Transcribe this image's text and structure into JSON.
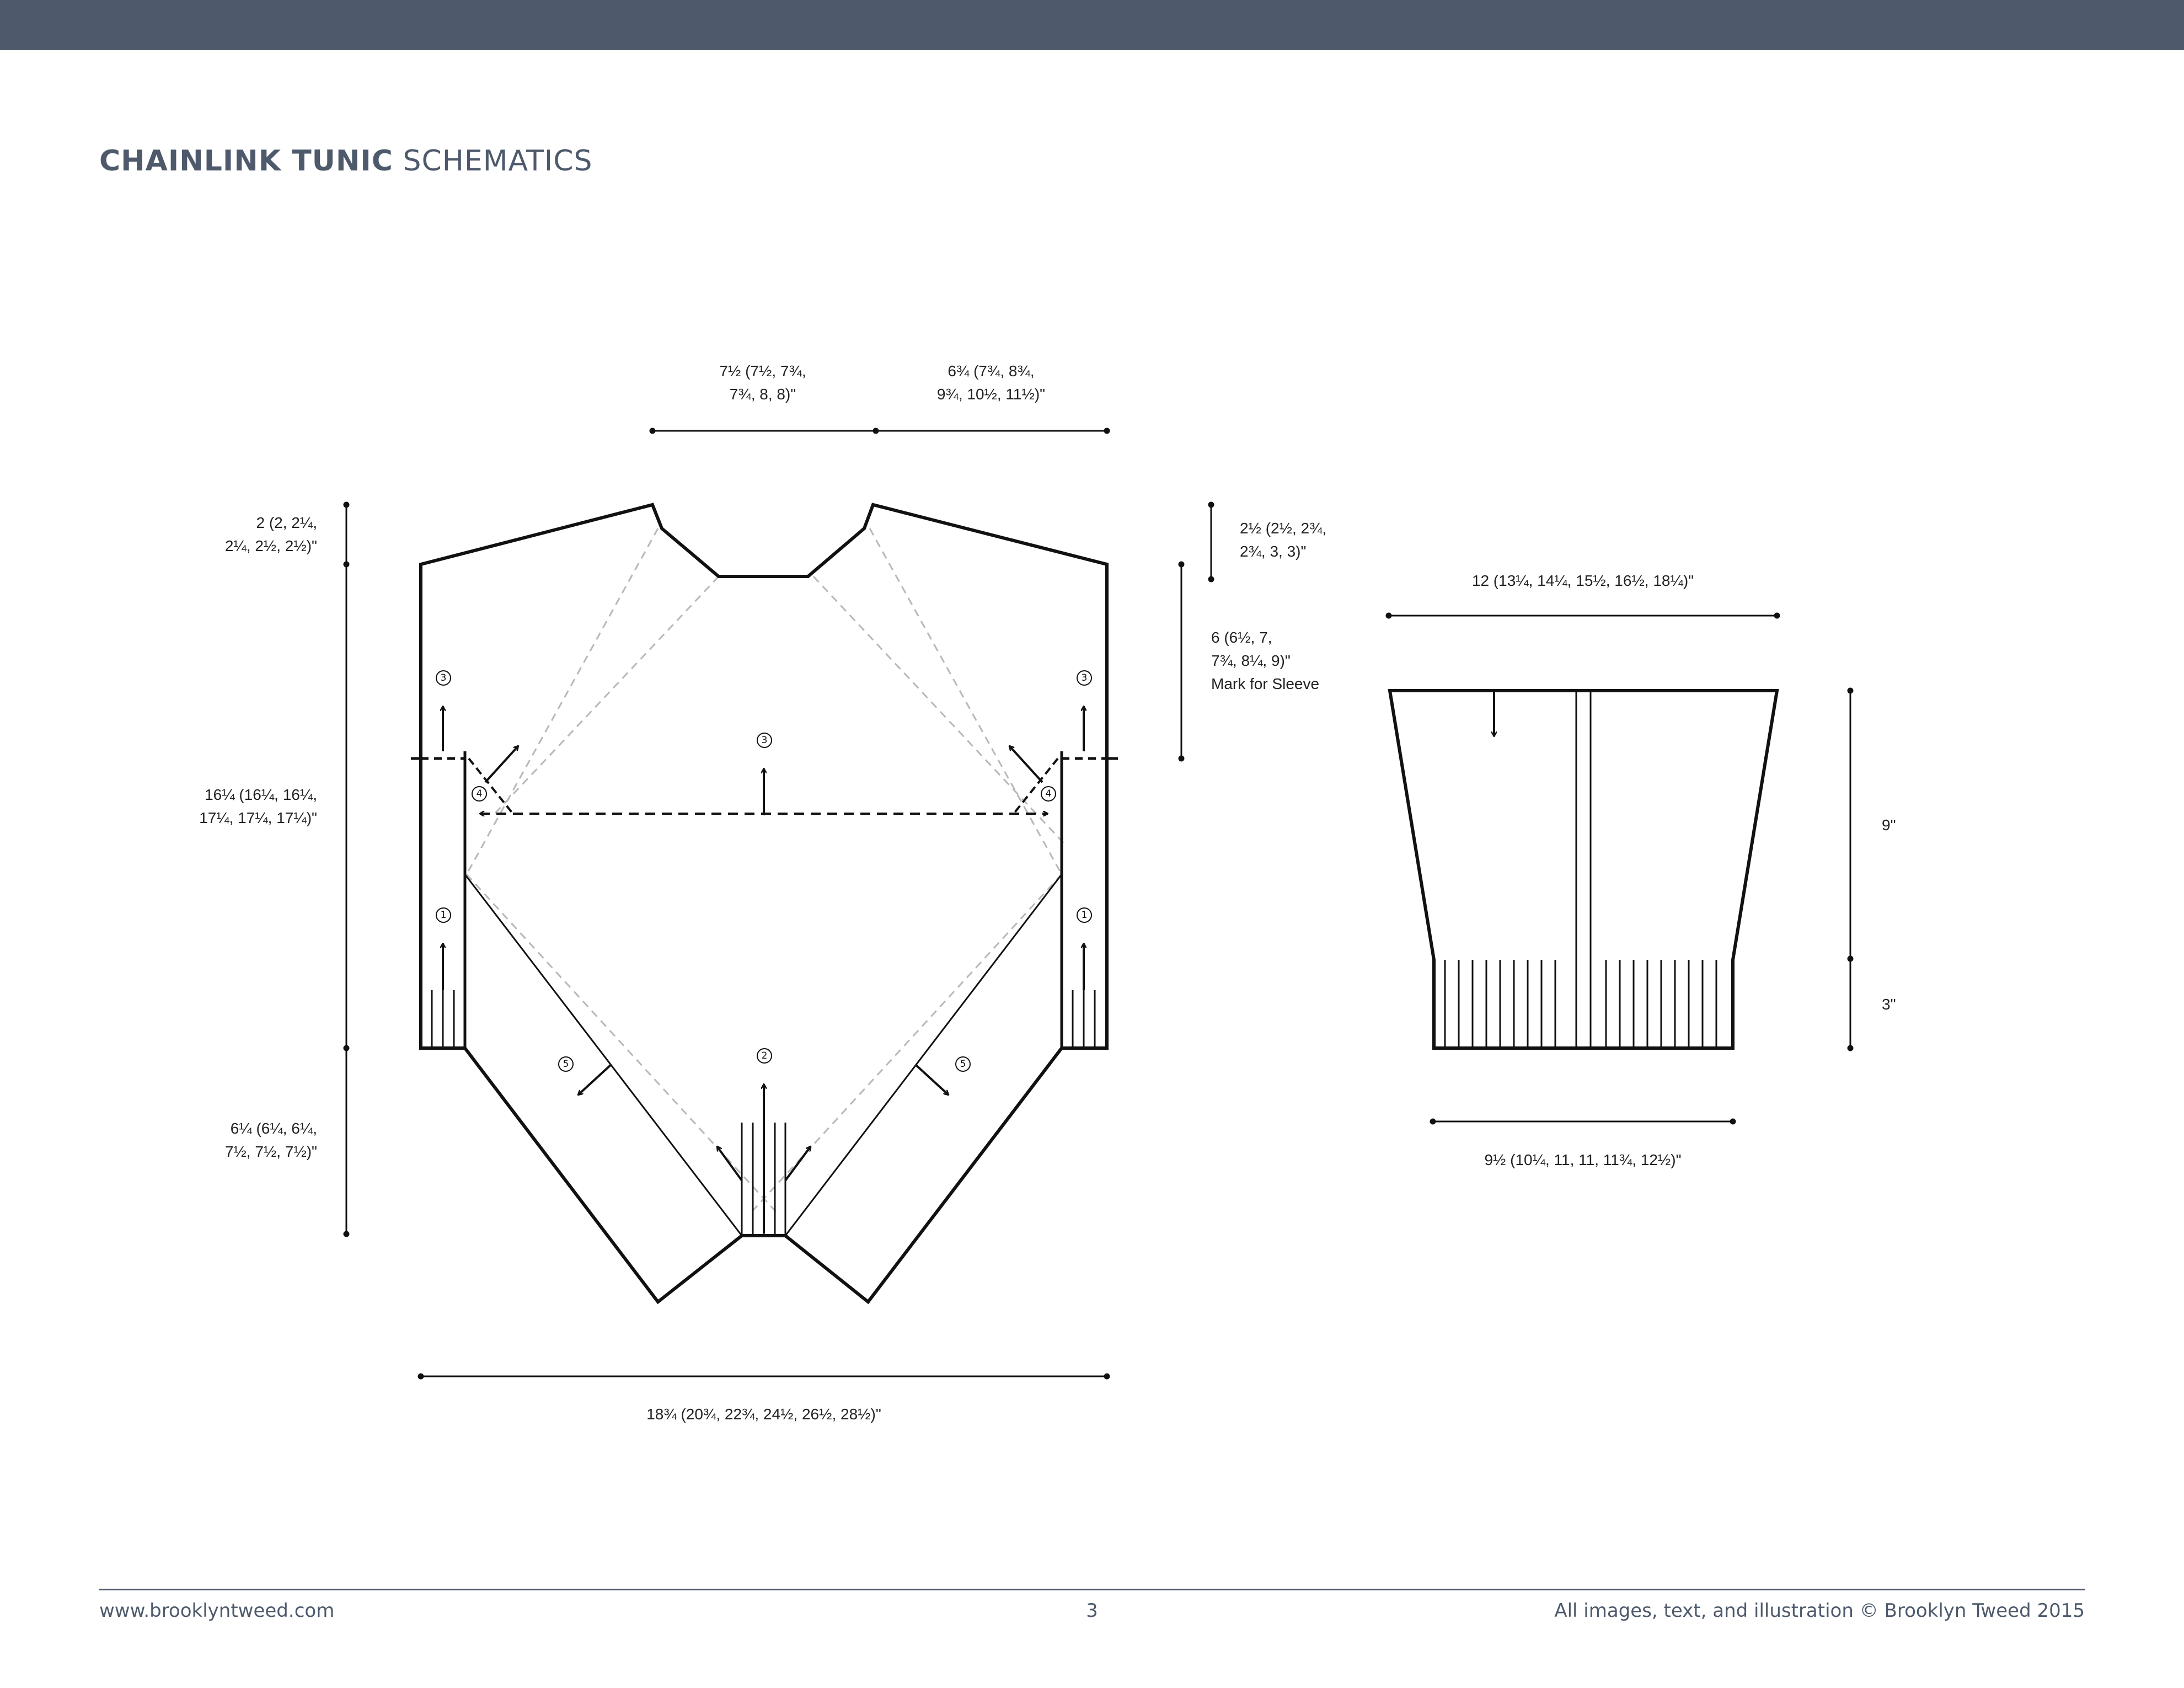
{
  "header": {
    "title_strong": "CHAINLINK TUNIC",
    "title_light": "SCHEMATICS",
    "bar_color": "#4e5a6c"
  },
  "body_dims": {
    "back_neck_half": [
      "7½ (7½, 7¾,",
      "7¾, 8, 8)\""
    ],
    "shoulder": [
      "6¾ (7¾, 8¾,",
      "9¾, 10½, 11½)\""
    ],
    "shoulder_drop": [
      "2 (2, 2¼,",
      "2¼, 2½, 2½)\""
    ],
    "body_length": [
      "16¼ (16¼, 16¼,",
      "17¼, 17¼, 17¼)\""
    ],
    "hem_point": [
      "6¼ (6¼, 6¼,",
      "7½, 7½, 7½)\""
    ],
    "front_drop": [
      "2½ (2½, 2¾,",
      "2¾, 3, 3)\""
    ],
    "armhole": [
      "6 (6½, 7,",
      "7¾, 8¼, 9)\"",
      "Mark for Sleeve"
    ],
    "width": "18¾ (20¾, 22¾, 24½, 26½, 28½)\""
  },
  "sleeve_dims": {
    "top_width": "12 (13¼, 14¼, 15½, 16½, 18¼)\"",
    "length": "9\"",
    "cuff": "3\"",
    "cuff_width": "9½ (10¼, 11, 11, 11¾, 12½)\""
  },
  "markers": {
    "one": "1",
    "two": "2",
    "three": "3",
    "four": "4",
    "five": "5"
  },
  "footer": {
    "website": "www.brooklyntweed.com",
    "page_number": "3",
    "copyright": "All images, text, and illustration © Brooklyn Tweed 2015"
  }
}
